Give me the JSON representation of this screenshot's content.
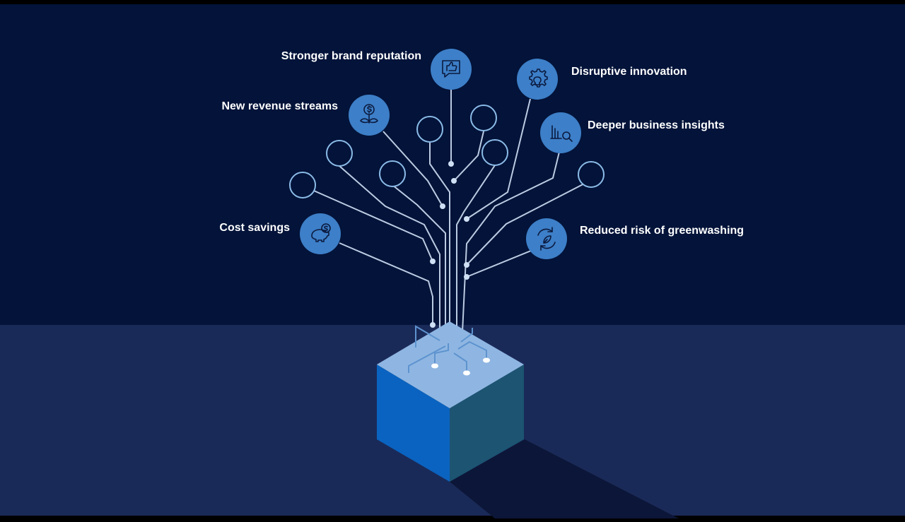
{
  "benefits": [
    {
      "label": "Stronger brand reputation",
      "icon": "thumbs-up-speech-icon"
    },
    {
      "label": "Disruptive innovation",
      "icon": "gear-bulb-icon"
    },
    {
      "label": "New revenue streams",
      "icon": "dollar-plant-icon"
    },
    {
      "label": "Deeper business insights",
      "icon": "chart-magnifier-icon"
    },
    {
      "label": "Cost savings",
      "icon": "piggy-bank-icon"
    },
    {
      "label": "Reduced risk of greenwashing",
      "icon": "recycle-leaf-icon"
    }
  ],
  "colors": {
    "sky": "#031339",
    "floor": "#1a2a58",
    "node_fill": "#3d7fc8",
    "node_stroke": "#8bbbe8",
    "line": "#cfe0f5",
    "cube_top": "#8fb6e2",
    "cube_left": "#0a63c0",
    "cube_right": "#1c5472"
  }
}
